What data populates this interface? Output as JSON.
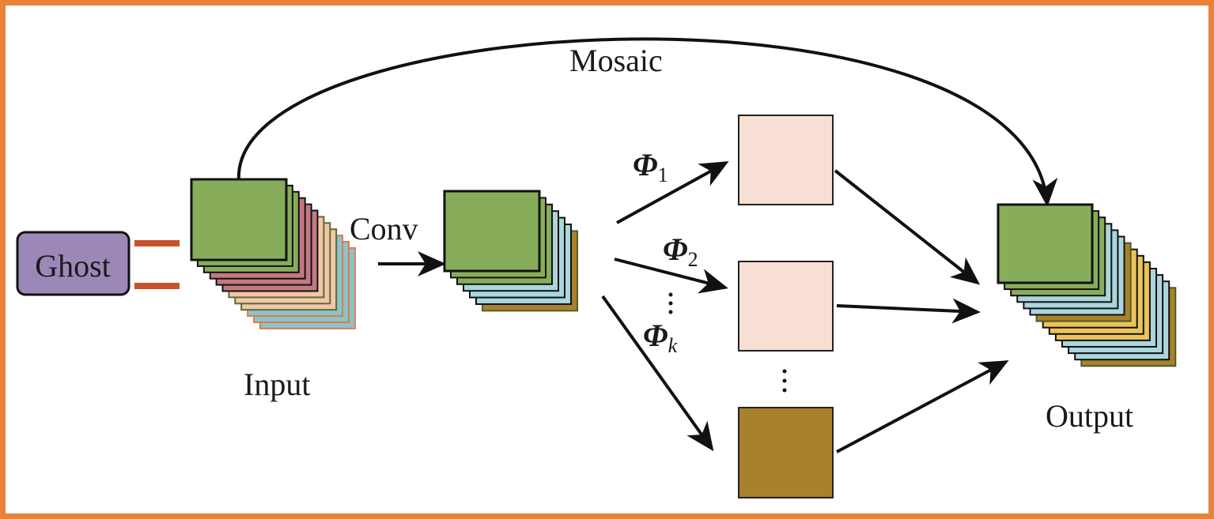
{
  "diagram": {
    "title": "Ghost module",
    "labels": {
      "ghost": "Ghost",
      "input": "Input",
      "conv": "Conv",
      "mosaic": "Mosaic",
      "output": "Output",
      "phi": "Φ",
      "phi1_sub": "1",
      "phi2_sub": "2",
      "phik_sub": "k"
    },
    "colors": {
      "border": "#e9823a",
      "ghost_box": "#9b88b8",
      "connector": "#c8532a",
      "green": "#88ad5a",
      "red": "#c47882",
      "peach": "#f3c7a6",
      "cyan": "#8cc4cc",
      "lightblue": "#aad6dc",
      "gold": "#ecc35a",
      "olive": "#a8822a",
      "pink": "#f7dfd3"
    },
    "input_stack": [
      "green",
      "green",
      "green",
      "red",
      "red",
      "red",
      "peach",
      "peach",
      "peach",
      "cyan",
      "cyan",
      "cyan"
    ],
    "conv_stack": [
      "green",
      "green",
      "green",
      "lightblue",
      "lightblue",
      "lightblue",
      "olive"
    ],
    "output_stack": [
      "green",
      "green",
      "green",
      "lightblue",
      "lightblue",
      "lightblue",
      "olive",
      "gold",
      "gold",
      "gold",
      "lightblue",
      "lightblue",
      "lightblue",
      "olive"
    ],
    "ghost_maps": [
      "pink",
      "pink",
      "olive"
    ]
  }
}
